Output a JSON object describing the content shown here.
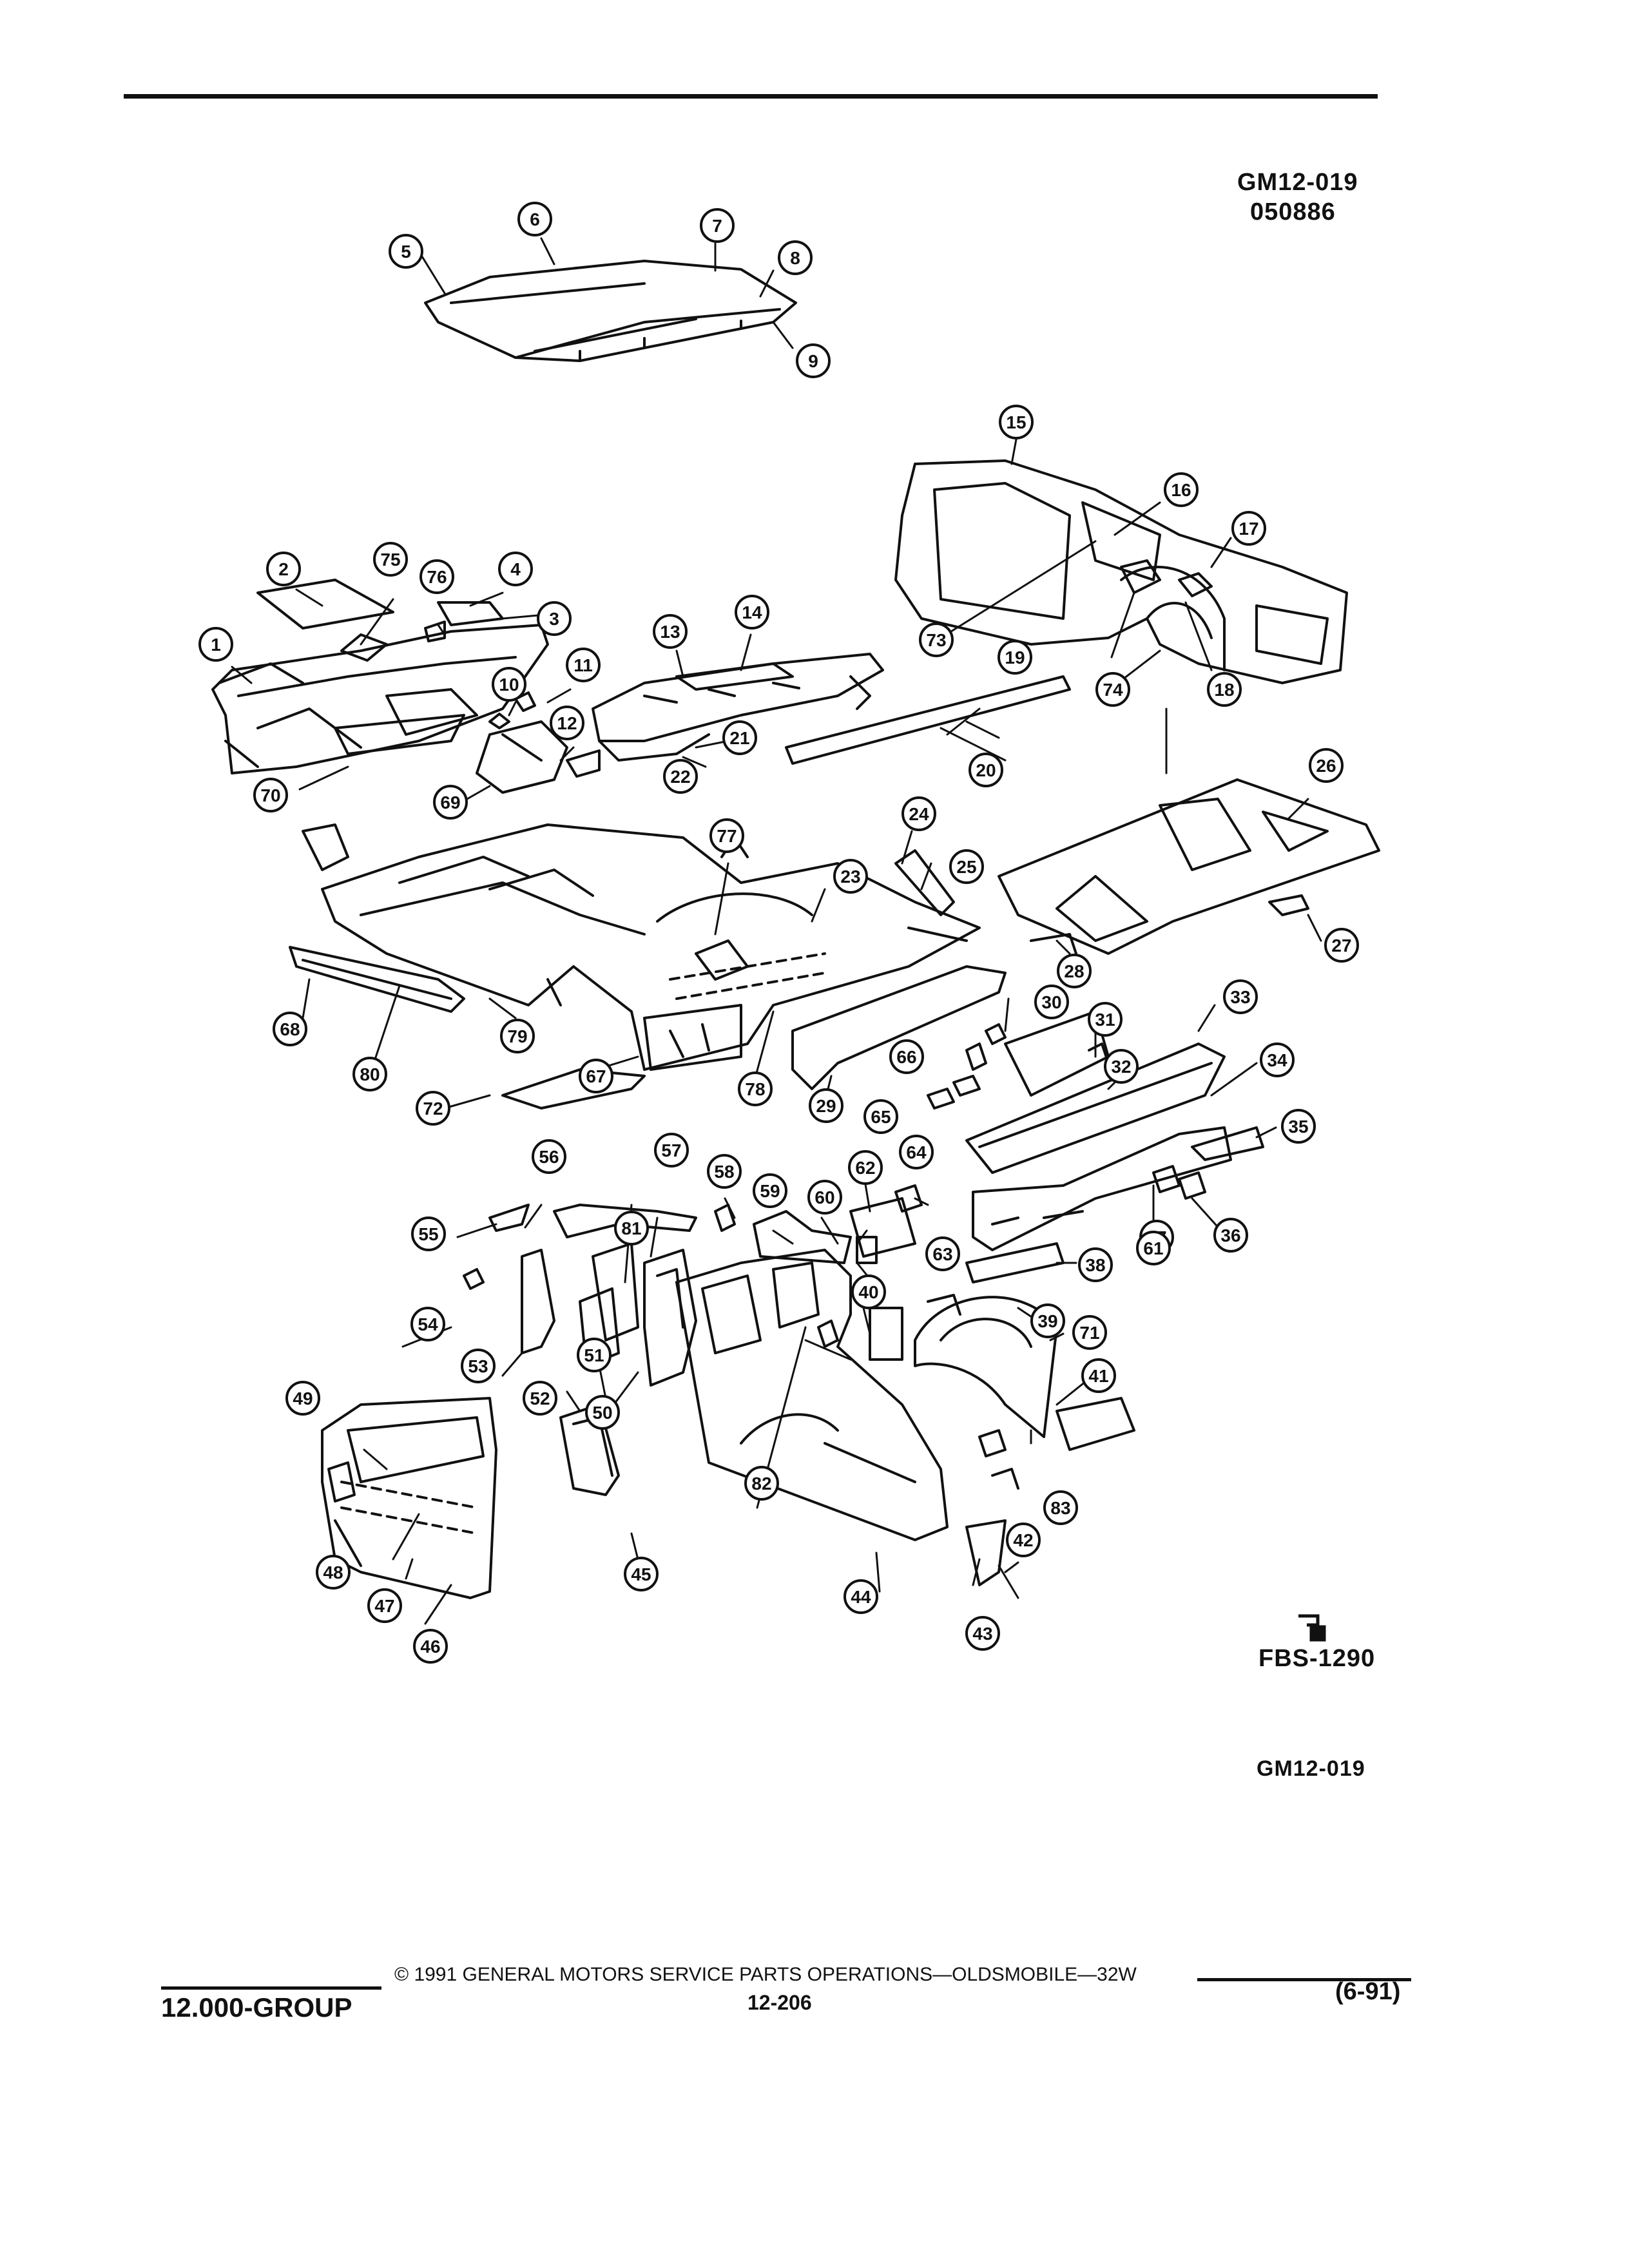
{
  "header": {
    "code": "GM12-019",
    "date_code": "050886"
  },
  "illustration": {
    "reference": "FBS-1290",
    "code_bottom": "GM12-019",
    "callouts": [
      {
        "n": "1"
      },
      {
        "n": "2"
      },
      {
        "n": "3"
      },
      {
        "n": "4"
      },
      {
        "n": "5"
      },
      {
        "n": "6"
      },
      {
        "n": "7"
      },
      {
        "n": "8"
      },
      {
        "n": "9"
      },
      {
        "n": "10"
      },
      {
        "n": "11"
      },
      {
        "n": "12"
      },
      {
        "n": "13"
      },
      {
        "n": "14"
      },
      {
        "n": "15"
      },
      {
        "n": "16"
      },
      {
        "n": "17"
      },
      {
        "n": "18"
      },
      {
        "n": "19"
      },
      {
        "n": "20"
      },
      {
        "n": "21"
      },
      {
        "n": "22"
      },
      {
        "n": "23"
      },
      {
        "n": "24"
      },
      {
        "n": "25"
      },
      {
        "n": "26"
      },
      {
        "n": "27"
      },
      {
        "n": "28"
      },
      {
        "n": "29"
      },
      {
        "n": "30"
      },
      {
        "n": "31"
      },
      {
        "n": "32"
      },
      {
        "n": "33"
      },
      {
        "n": "34"
      },
      {
        "n": "35"
      },
      {
        "n": "36"
      },
      {
        "n": "37"
      },
      {
        "n": "38"
      },
      {
        "n": "39"
      },
      {
        "n": "40"
      },
      {
        "n": "41"
      },
      {
        "n": "42"
      },
      {
        "n": "43"
      },
      {
        "n": "44"
      },
      {
        "n": "45"
      },
      {
        "n": "46"
      },
      {
        "n": "47"
      },
      {
        "n": "48"
      },
      {
        "n": "49"
      },
      {
        "n": "50"
      },
      {
        "n": "51"
      },
      {
        "n": "52"
      },
      {
        "n": "53"
      },
      {
        "n": "54"
      },
      {
        "n": "55"
      },
      {
        "n": "56"
      },
      {
        "n": "57"
      },
      {
        "n": "58"
      },
      {
        "n": "59"
      },
      {
        "n": "60"
      },
      {
        "n": "61"
      },
      {
        "n": "62"
      },
      {
        "n": "63"
      },
      {
        "n": "64"
      },
      {
        "n": "65"
      },
      {
        "n": "66"
      },
      {
        "n": "67"
      },
      {
        "n": "68"
      },
      {
        "n": "69"
      },
      {
        "n": "70"
      },
      {
        "n": "71"
      },
      {
        "n": "72"
      },
      {
        "n": "73"
      },
      {
        "n": "74"
      },
      {
        "n": "75"
      },
      {
        "n": "76"
      },
      {
        "n": "77"
      },
      {
        "n": "78"
      },
      {
        "n": "79"
      },
      {
        "n": "80"
      },
      {
        "n": "81"
      },
      {
        "n": "82"
      },
      {
        "n": "83"
      }
    ]
  },
  "footer": {
    "copyright": "© 1991 GENERAL MOTORS SERVICE PARTS OPERATIONS—OLDSMOBILE—32W",
    "page_number": "12-206",
    "group": "12.000-GROUP",
    "revision": "(6-91)"
  },
  "colors": {
    "ink": "#111111",
    "paper": "#ffffff"
  }
}
